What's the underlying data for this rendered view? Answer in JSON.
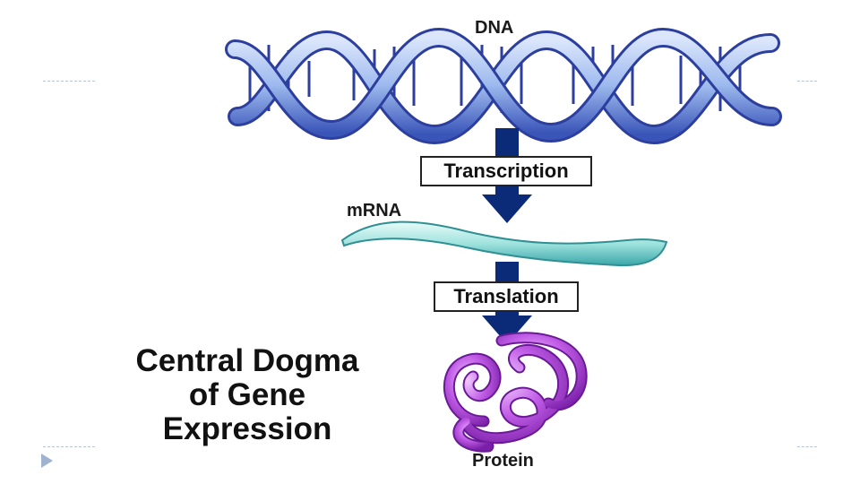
{
  "diagram": {
    "labels": {
      "dna": "DNA",
      "mrna": "mRNA",
      "protein": "Protein"
    },
    "steps": {
      "transcription": "Transcription",
      "translation": "Translation"
    },
    "title": {
      "line1": "Central Dogma",
      "line2": "of Gene",
      "line3": "Expression"
    }
  },
  "colors": {
    "helix_strand": "#8fb0e8",
    "helix_edge": "#2c3f9e",
    "arrow": "#0b2a78",
    "mrna": "#9ee0dd",
    "protein": "#b24fdc"
  }
}
